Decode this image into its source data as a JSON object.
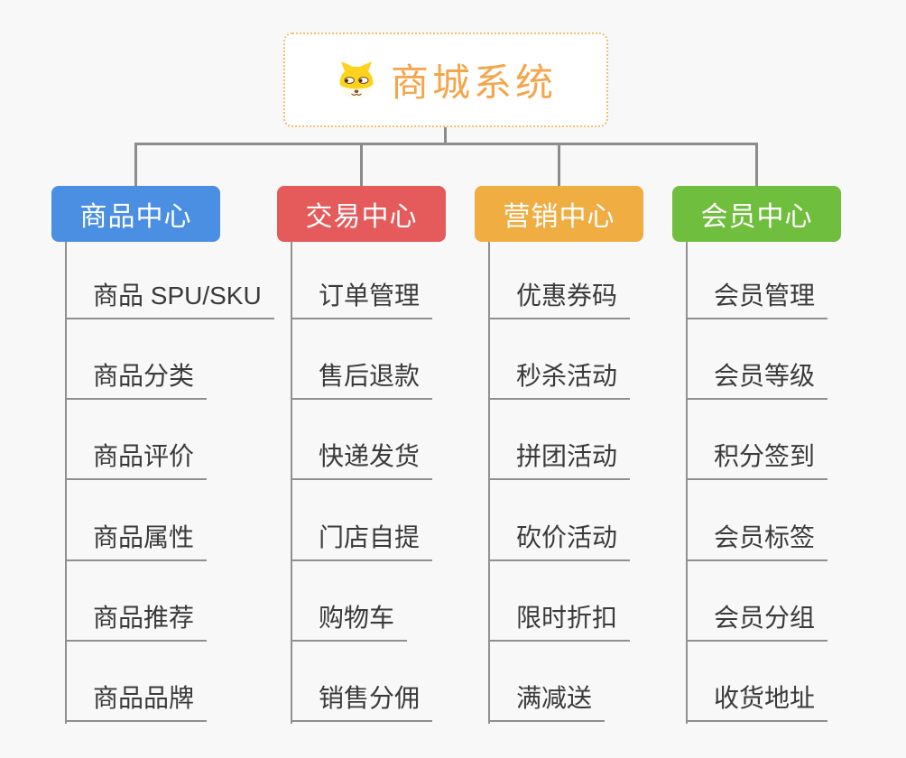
{
  "canvas": {
    "background": "#f8f8f8",
    "line_color": "#8c8c8c"
  },
  "root": {
    "title": "商城系统",
    "icon": "shiba-dog-icon",
    "text_color": "#f5a54a",
    "border_color": "#f3bd6b",
    "background": "#ffffff"
  },
  "branches": [
    {
      "label": "商品中心",
      "color": "#4b8fe2",
      "children": [
        "商品 SPU/SKU",
        "商品分类",
        "商品评价",
        "商品属性",
        "商品推荐",
        "商品品牌"
      ]
    },
    {
      "label": "交易中心",
      "color": "#e55a5a",
      "children": [
        "订单管理",
        "售后退款",
        "快递发货",
        "门店自提",
        "购物车",
        "销售分佣"
      ]
    },
    {
      "label": "营销中心",
      "color": "#efad42",
      "children": [
        "优惠券码",
        "秒杀活动",
        "拼团活动",
        "砍价活动",
        "限时折扣",
        "满减送"
      ]
    },
    {
      "label": "会员中心",
      "color": "#70be3e",
      "children": [
        "会员管理",
        "会员等级",
        "积分签到",
        "会员标签",
        "会员分组",
        "收货地址"
      ]
    }
  ]
}
